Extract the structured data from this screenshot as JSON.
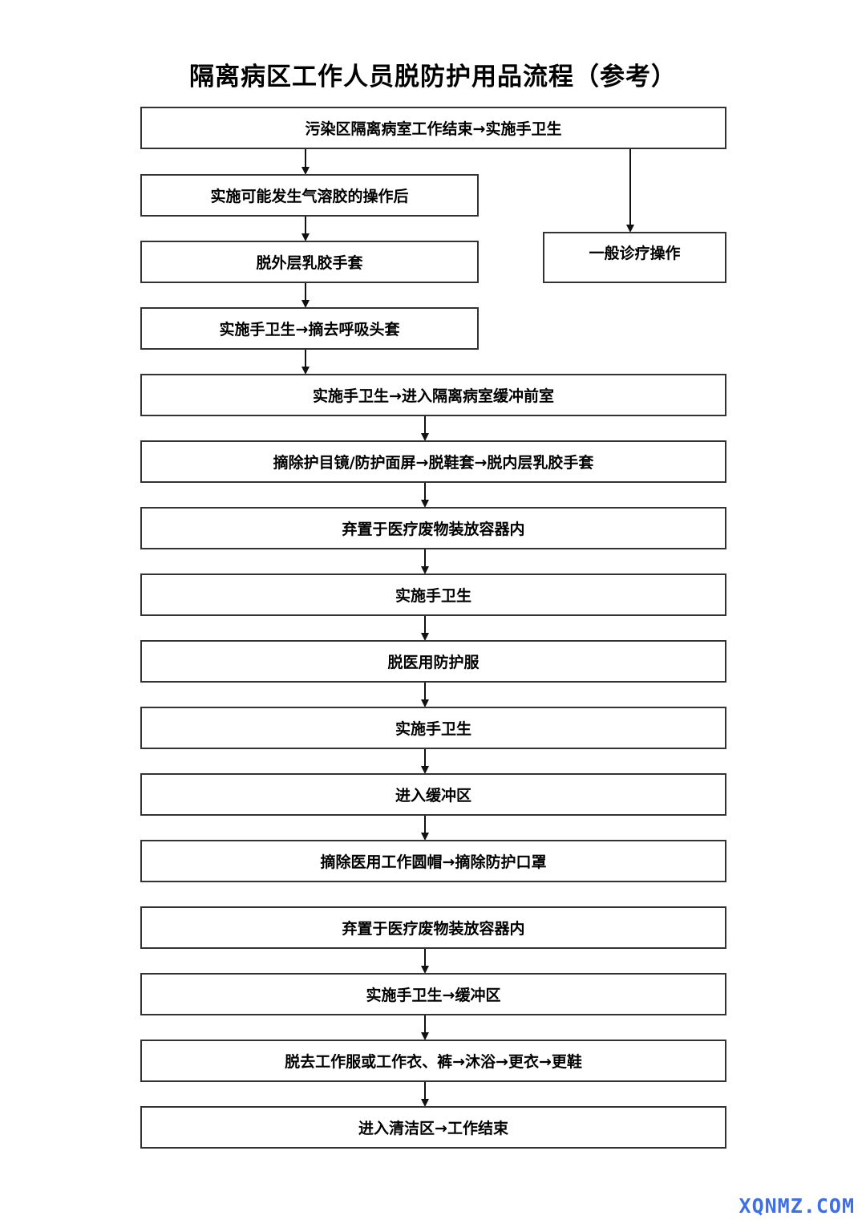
{
  "title": "隔离病区工作人员脱防护用品流程（参考）",
  "steps": {
    "s01": "污染区隔离病室工作结束→实施手卫生",
    "s02": "实施可能发生气溶胶的操作后",
    "s03": "脱外层乳胶手套",
    "s04": "实施手卫生→摘去呼吸头套",
    "s05": "一般诊疗操作",
    "s06": "实施手卫生→进入隔离病室缓冲前室",
    "s07": "摘除护目镜/防护面屏→脱鞋套→脱内层乳胶手套",
    "s08": "弃置于医疗废物装放容器内",
    "s09": "实施手卫生",
    "s10": "脱医用防护服",
    "s11": "实施手卫生",
    "s12": "进入缓冲区",
    "s13": "摘除医用工作圆帽→摘除防护口罩",
    "s14": "弃置于医疗废物装放容器内",
    "s15": "实施手卫生→缓冲区",
    "s16": "脱去工作服或工作衣、裤→沐浴→更衣→更鞋",
    "s17": "进入清洁区→工作结束"
  },
  "watermark": "XQNMZ.COM"
}
